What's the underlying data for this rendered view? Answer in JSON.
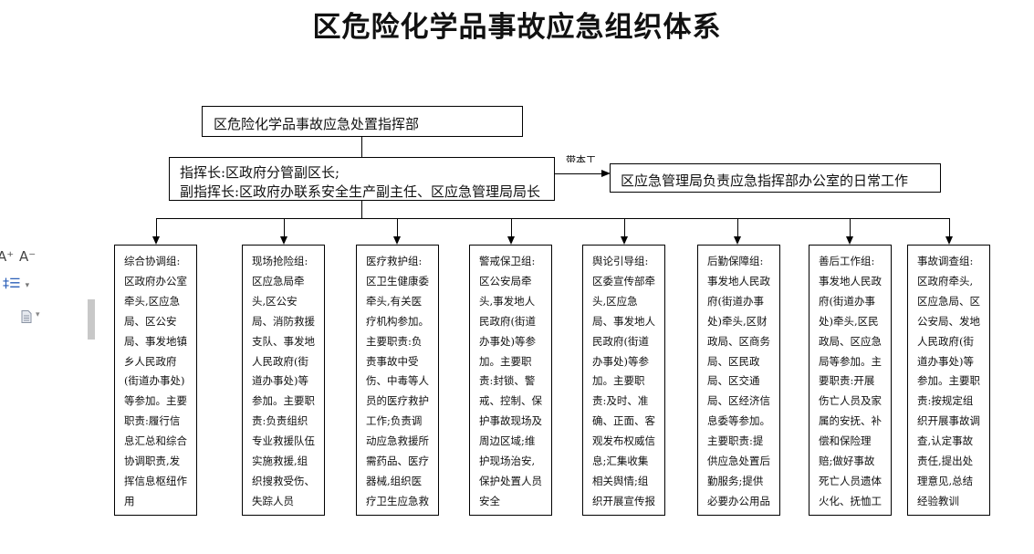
{
  "document": {
    "title": "区危险化学品事故应急组织体系",
    "headquarters": "区危险化学品事故应急处置指挥部",
    "commander_lines": [
      "指挥长:区政府分管副区长;",
      "副指挥长:区政府办联系安全生产副主任、区应急管理局局长"
    ],
    "connector_label": "带本工",
    "office": "区应急管理局负责应急指挥部办公室的日常工作",
    "groups": [
      {
        "text": "综合协调组:区政府办公室牵头,区应急局、区公安局、事发地镇乡人民政府(街道办事处)等参加。主要职责:履行信息汇总和综合协调职责,发挥信息枢纽作用"
      },
      {
        "text": "现场抢险组:区应急局牵头,区公安局、消防救援支队、事发地人民政府(街道办事处)等参加。主要职责:负责组织专业救援队伍实施救援,组织搜救受伤、失踪人员"
      },
      {
        "text": "医疗救护组:区卫生健康委牵头,有关医疗机构参加。主要职责:负责事故中受伤、中毒等人员的医疗救护工作;负责调动应急救援所需药品、医疗器械,组织医疗卫生应急救援"
      },
      {
        "text": "警戒保卫组:区公安局牵头,事发地人民政府(街道办事处)等参加。主要职责:封锁、警戒、控制、保护事故现场及周边区域;维护现场治安,保护处置人员安全"
      },
      {
        "text": "舆论引导组:区委宣传部牵头,区应急局、事发地人民政府(街道办事处)等参加。主要职责:及时、准确、正面、客观发布权威信息;汇集收集相关舆情;组织开展宣传报道,做好舆论引导"
      },
      {
        "text": "后勤保障组:事发地人民政府(街道办事处)牵头,区财政局、区商务局、区民政局、区交通局、区经济信息委等参加。主要职责:提供应急处置后勤服务;提供必要办公用品"
      },
      {
        "text": "善后工作组:事发地人民政府(街道办事处)牵头,区民政局、区应急局等参加。主要职责:开展伤亡人员及家属的安抚、补偿和保险理赔;做好事故死亡人员遗体火化、抚恤工作"
      },
      {
        "text": "事故调查组:区政府牵头,区应急局、区公安局、发地人民政府(街道办事处)等参加。主要职责:按规定组织开展事故调查,认定事故责任,提出处理意见,总结经验教训"
      }
    ]
  },
  "toolbar": {
    "font_increase": "A⁺",
    "font_decrease": "A⁻",
    "line_spacing": "‡☰",
    "line_spacing_caret": "▾",
    "page_caret": "▾"
  },
  "icons": {
    "line_spacing": "line-spacing-icon",
    "page": "page-icon"
  }
}
